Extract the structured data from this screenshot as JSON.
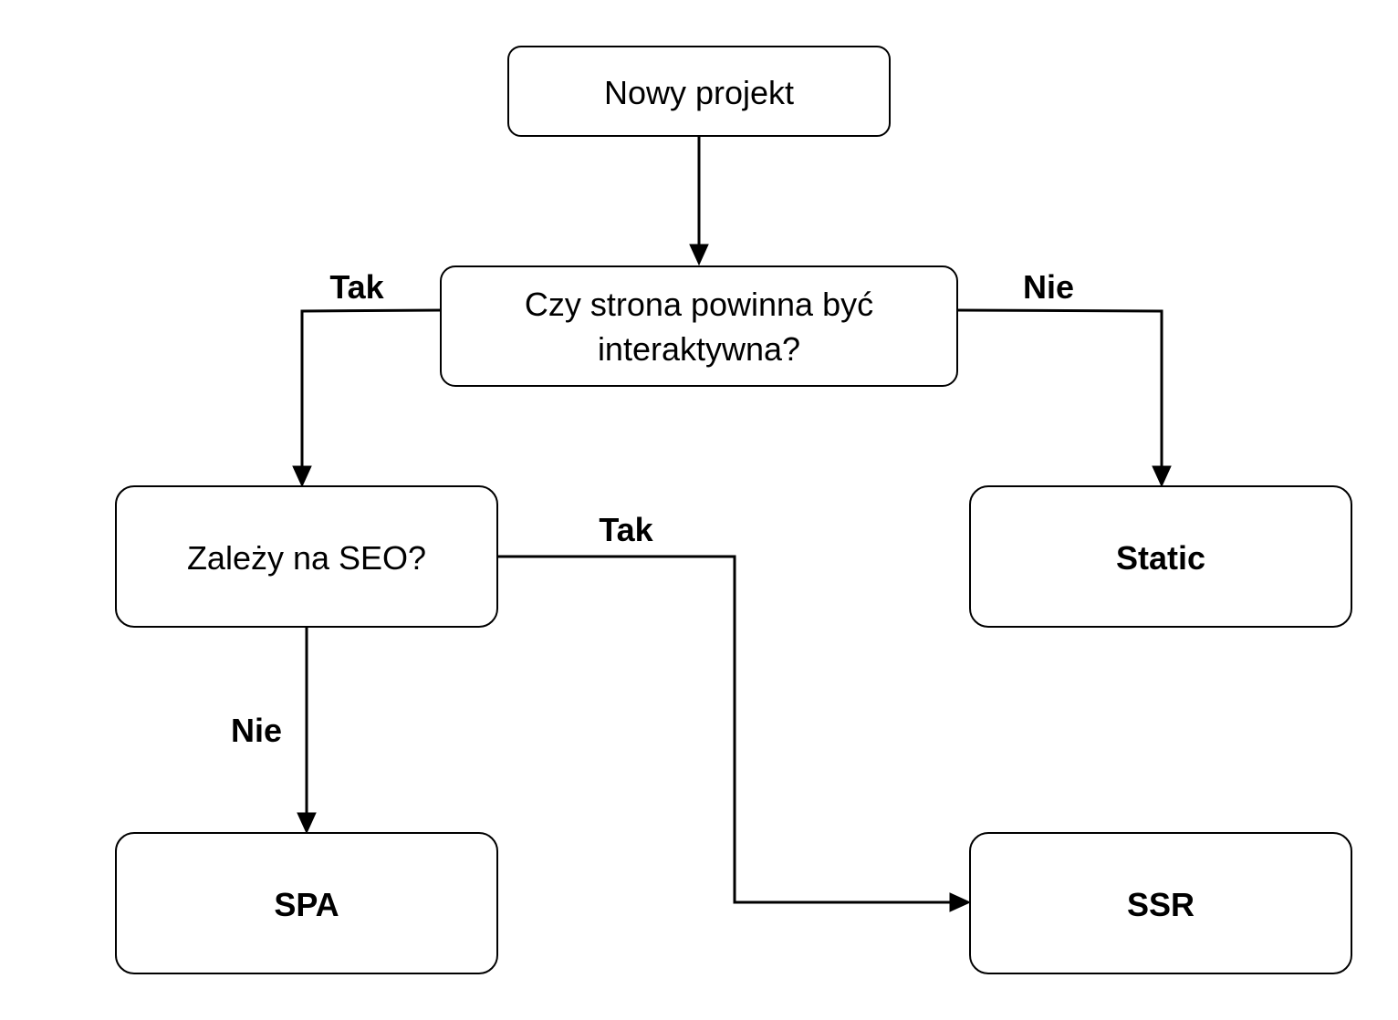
{
  "nodes": {
    "start": {
      "text": "Nowy projekt"
    },
    "question_interactive": {
      "line1": "Czy strona powinna być",
      "line2": "interaktywna?"
    },
    "question_seo": {
      "text": "Zależy na SEO?"
    },
    "result_static": {
      "text": "Static"
    },
    "result_spa": {
      "text": "SPA"
    },
    "result_ssr": {
      "text": "SSR"
    }
  },
  "edges": {
    "interactive_yes": {
      "label": "Tak"
    },
    "interactive_no": {
      "label": "Nie"
    },
    "seo_yes": {
      "label": "Tak"
    },
    "seo_no": {
      "label": "Nie"
    }
  },
  "colors": {
    "stroke": "#000000",
    "fill": "#ffffff",
    "background": "#ffffff"
  }
}
